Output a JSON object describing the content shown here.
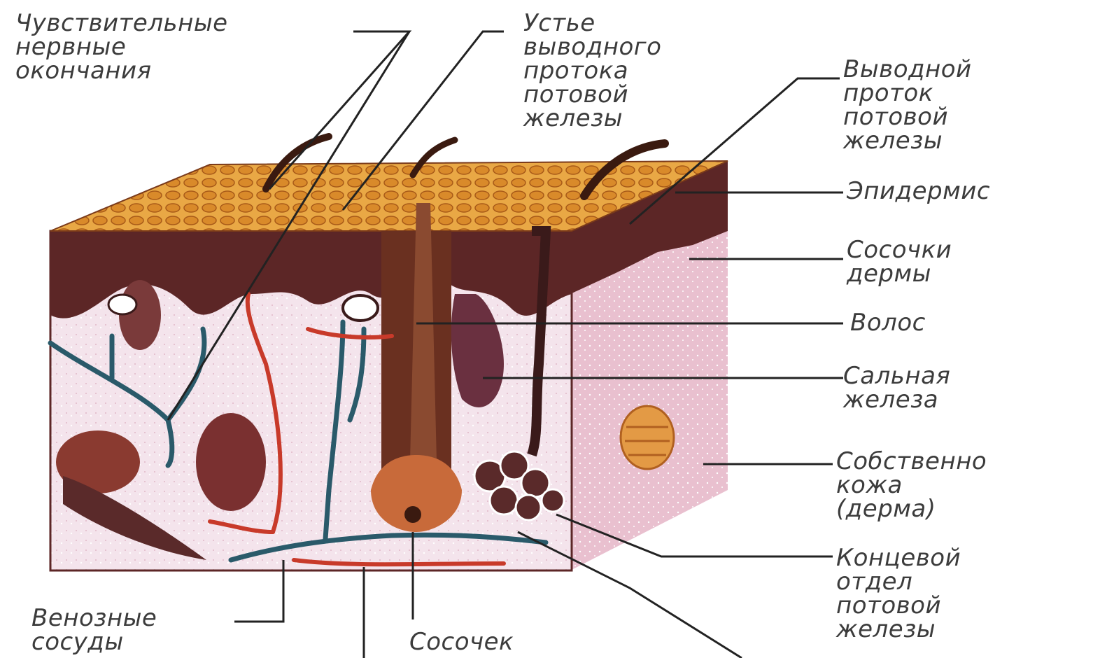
{
  "labels": {
    "sensory_endings": [
      "Чувствительные",
      "нервные",
      "окончания"
    ],
    "pore": [
      "Устье",
      "выводного",
      "протока",
      "потовой",
      "железы"
    ],
    "sweat_duct": [
      "Выводной",
      "проток",
      "потовой",
      "железы"
    ],
    "epidermis": [
      "Эпидермис"
    ],
    "papillary": [
      "Сосочки",
      "дермы"
    ],
    "hair": [
      "Волос"
    ],
    "sebaceous": [
      "Сальная",
      "железа"
    ],
    "dermis": [
      "Собственно",
      "кожа",
      "(дерма)"
    ],
    "sweat_gland": [
      "Концевой",
      "отдел",
      "потовой",
      "железы"
    ],
    "vessels": [
      "Венозные",
      "сосуды"
    ],
    "papilla": [
      "Сосочек"
    ]
  },
  "colors": {
    "epidermis_top": "#e0a040",
    "epidermis_side": "#5c2626",
    "dermis": "#e6b8c8",
    "hair": "#6a3020",
    "vein": "#2a5a6a",
    "artery": "#c83a2a",
    "lines": "#222222"
  }
}
